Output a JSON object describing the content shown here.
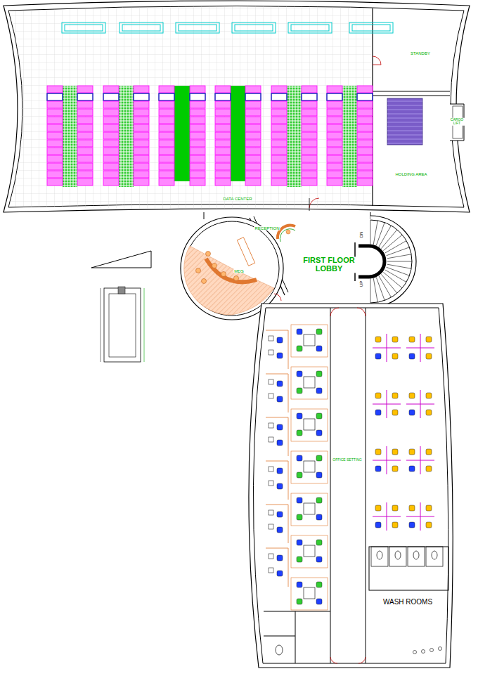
{
  "diagram": {
    "nodes": [
      {
        "text": [
          "DATA CENTER"
        ]
      },
      {
        "text": [
          "STANDBY"
        ],
        "in": 0
      },
      {
        "text": [
          "CARGO LIFT"
        ]
      },
      {
        "text": [
          "HOLDING AREA"
        ],
        "in": 0
      },
      {
        "text": [
          "FIRST FLOOR LOBBY"
        ]
      },
      {
        "text": [
          "RECEPTION"
        ],
        "in": 4
      },
      {
        "text": [
          "MDS"
        ]
      },
      {
        "text": [
          "OFFICE SETTING"
        ]
      },
      {
        "text": [
          "WASH ROOMS"
        ],
        "in": 7
      }
    ],
    "labels": [
      "DN",
      "UP"
    ]
  }
}
